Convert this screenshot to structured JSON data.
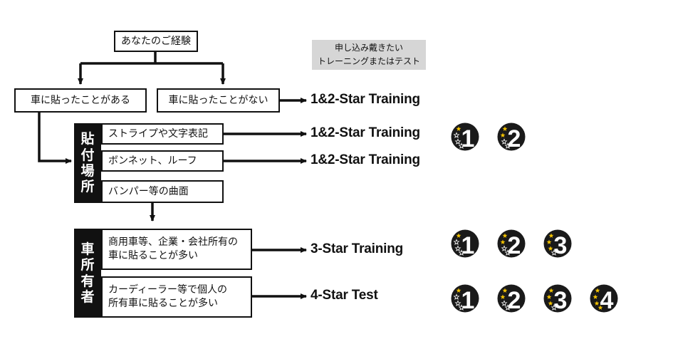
{
  "diagram": {
    "start": "あなたのご経験",
    "note_lines": [
      "申し込み戴きたい",
      "トレーニングまたはテスト"
    ],
    "branch_yes": "車に貼ったことがある",
    "branch_no": "車に貼ったことがない",
    "placement_group": {
      "label_chars": [
        "貼",
        "付",
        "場",
        "所"
      ],
      "items": [
        "ストライプや文字表記",
        "ボンネット、ルーフ",
        "バンパー等の曲面"
      ]
    },
    "owner_group": {
      "label_chars": [
        "車",
        "所",
        "有",
        "者"
      ],
      "items": [
        [
          "商用車等、企業・会社所有の",
          "車に貼ることが多い"
        ],
        [
          "カーディーラー等で個人の",
          "所有車に貼ることが多い"
        ]
      ]
    },
    "results": {
      "no_experience": "1&2-Star Training",
      "stripe": "1&2-Star Training",
      "bonnet": "1&2-Star Training",
      "commercial": "3-Star Training",
      "dealer": "4-Star Test"
    },
    "badges": {
      "row1": [
        "1",
        "2"
      ],
      "row2": [
        "1",
        "2",
        "3"
      ],
      "row3": [
        "1",
        "2",
        "3",
        "4"
      ]
    },
    "colors": {
      "ink": "#111111",
      "note_bg": "#d6d6d6",
      "star": "#f5c400",
      "badge": "#1a1a1a"
    }
  }
}
